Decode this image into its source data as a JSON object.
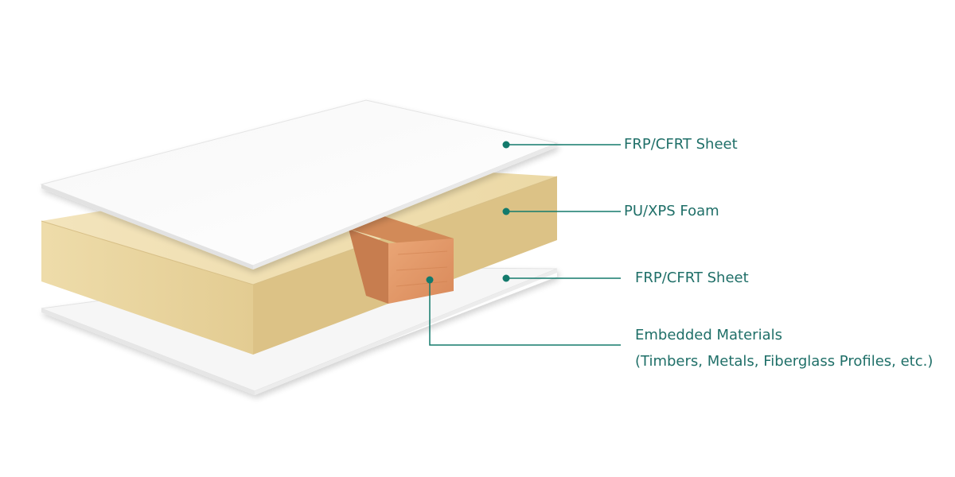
{
  "colors": {
    "accent": "#137a6c",
    "label_text": "#1f6f68",
    "sheet": "#fbfbfb",
    "foam_top": "#f0dfb2",
    "foam_front": "#e7d29c",
    "foam_side": "#ddc38a",
    "timber_end": "#e39a68",
    "timber_top": "#cf8a5a"
  },
  "labels": {
    "top_sheet": "FRP/CFRT Sheet",
    "foam": "PU/XPS Foam",
    "bottom_sheet": "FRP/CFRT Sheet",
    "embedded_title": "Embedded Materials",
    "embedded_detail": "(Timbers, Metals, Fiberglass Profiles, etc.)"
  }
}
